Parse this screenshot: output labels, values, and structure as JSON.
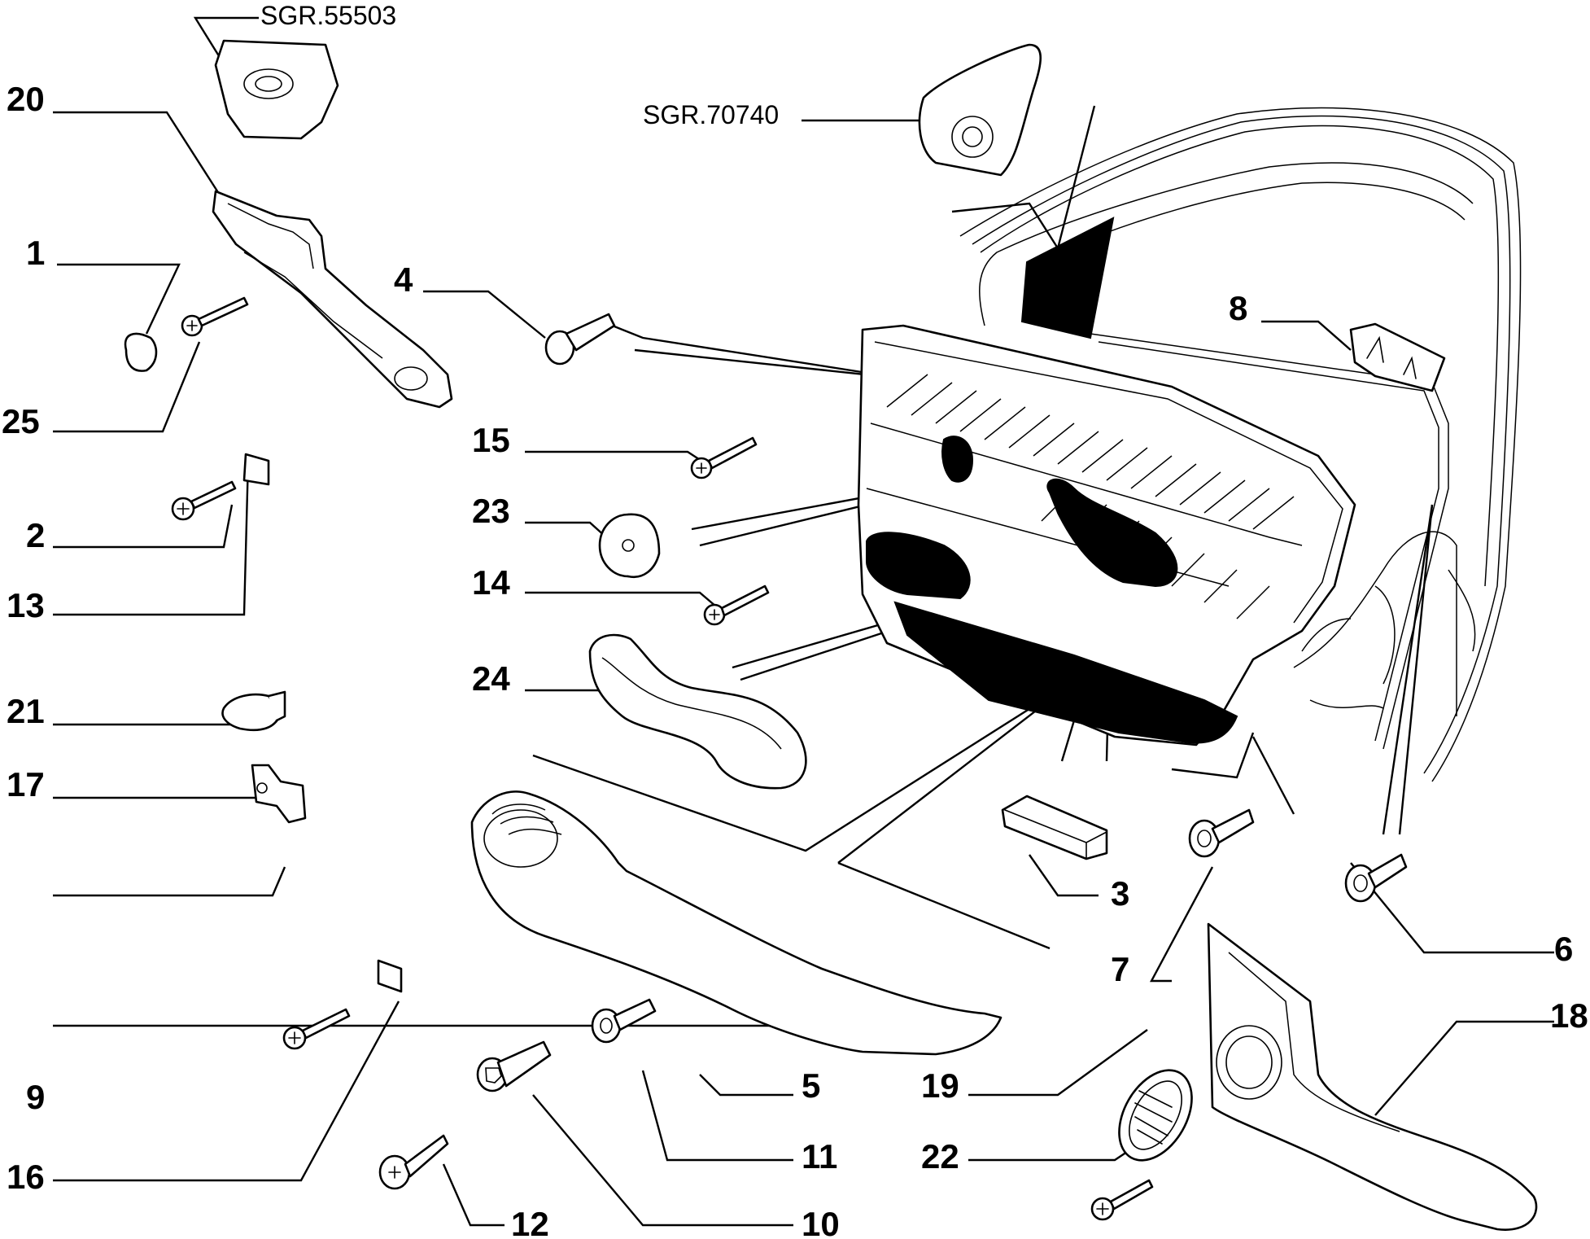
{
  "references": {
    "sgr_top": "SGR.55503",
    "sgr_mirror": "SGR.70740"
  },
  "callouts": {
    "p1": "1",
    "p2": "2",
    "p3": "3",
    "p4": "4",
    "p5": "5",
    "p6": "6",
    "p7": "7",
    "p8": "8",
    "p9": "9",
    "p10": "10",
    "p11": "11",
    "p12": "12",
    "p13": "13",
    "p14": "14",
    "p15": "15",
    "p16": "16",
    "p17": "17",
    "p18": "18",
    "p19": "19",
    "p20": "20",
    "p21": "21",
    "p22": "22",
    "p23": "23",
    "p24": "24",
    "p25": "25"
  }
}
